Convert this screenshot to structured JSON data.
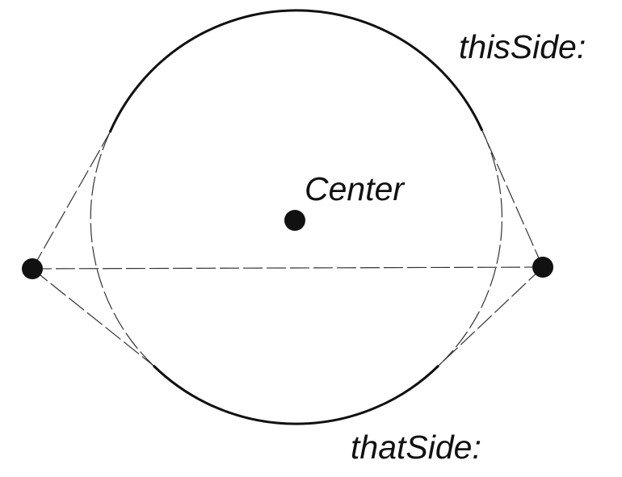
{
  "labels": {
    "this_side": "thisSide:",
    "that_side": "thatSide:",
    "center": "Center"
  },
  "colors": {
    "ink": "#111111",
    "dashed_line": "#333333",
    "background": "#ffffff"
  }
}
